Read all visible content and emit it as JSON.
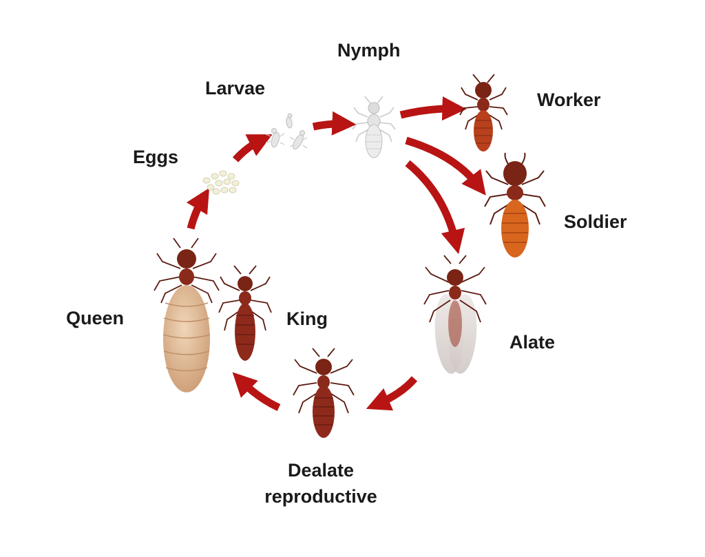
{
  "labels": {
    "nymph": "Nymph",
    "larvae": "Larvae",
    "eggs": "Eggs",
    "worker": "Worker",
    "soldier": "Soldier",
    "alate": "Alate",
    "queen": "Queen",
    "king": "King",
    "dealate_line1": "Dealate",
    "dealate_line2": "reproductive"
  },
  "colors": {
    "arrow": "#b81414",
    "termite_dark": "#8a2a1a",
    "termite_head": "#7a2415",
    "worker_body": "#b8401c",
    "soldier_body": "#d8661e",
    "queen_abdomen": "#e3bf9a",
    "nymph_body": "#e8e8e8",
    "egg": "#f2f0d8",
    "wing": "#d9d3d0"
  },
  "flow": [
    {
      "from": "queen",
      "to": "eggs"
    },
    {
      "from": "eggs",
      "to": "larvae"
    },
    {
      "from": "larvae",
      "to": "nymph"
    },
    {
      "from": "nymph",
      "to": "worker"
    },
    {
      "from": "nymph",
      "to": "soldier"
    },
    {
      "from": "nymph",
      "to": "alate"
    },
    {
      "from": "alate",
      "to": "dealate"
    },
    {
      "from": "dealate",
      "to": "queen"
    }
  ]
}
